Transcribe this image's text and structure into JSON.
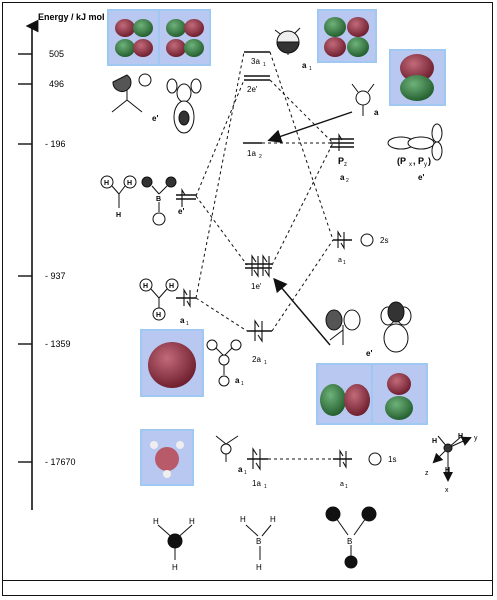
{
  "axis": {
    "title": "Energy / kJ mol",
    "title_sup": "-1",
    "ticks": [
      {
        "label": "505"
      },
      {
        "label": "496"
      },
      {
        "label": "- 196"
      },
      {
        "label": "- 937"
      },
      {
        "label": "- 1359"
      },
      {
        "label": "- 17670"
      }
    ]
  },
  "labels": {
    "left_e_prime_top": "e'",
    "left_e_prime_mid": "e'",
    "left_a1_prime_mid": "a",
    "left_a1_prime_low": "a",
    "left_a1_prime_bottom": "a",
    "center_3a1": "3a",
    "center_2e": "2e'",
    "center_1a2": "1a",
    "center_1e": "1e'",
    "center_2a1": "2a",
    "center_1a1": "1a",
    "right_top_a1": "a",
    "right_a2": "a",
    "right_pz": "P",
    "right_pz_sub": "z",
    "right_a2_lower": "a",
    "right_pxpy": "(P",
    "right_e_prime": "e'",
    "right_e_prime_lower": "e'",
    "right_a1_2s": "a",
    "right_2s": "2s",
    "right_a1_1s": "a",
    "right_1s": "1s"
  },
  "frames": {
    "axis_labels": {
      "x": "x",
      "y": "y",
      "z": "z"
    }
  },
  "molecules": {
    "bh3_atom_H": "H",
    "bh3_atom_B": "B"
  },
  "colors": {
    "orbital_red": "#8b2a3a",
    "orbital_green": "#2f7a3a",
    "panel_bg": "#b8c8f0",
    "panel_border": "#9fc9f2"
  }
}
